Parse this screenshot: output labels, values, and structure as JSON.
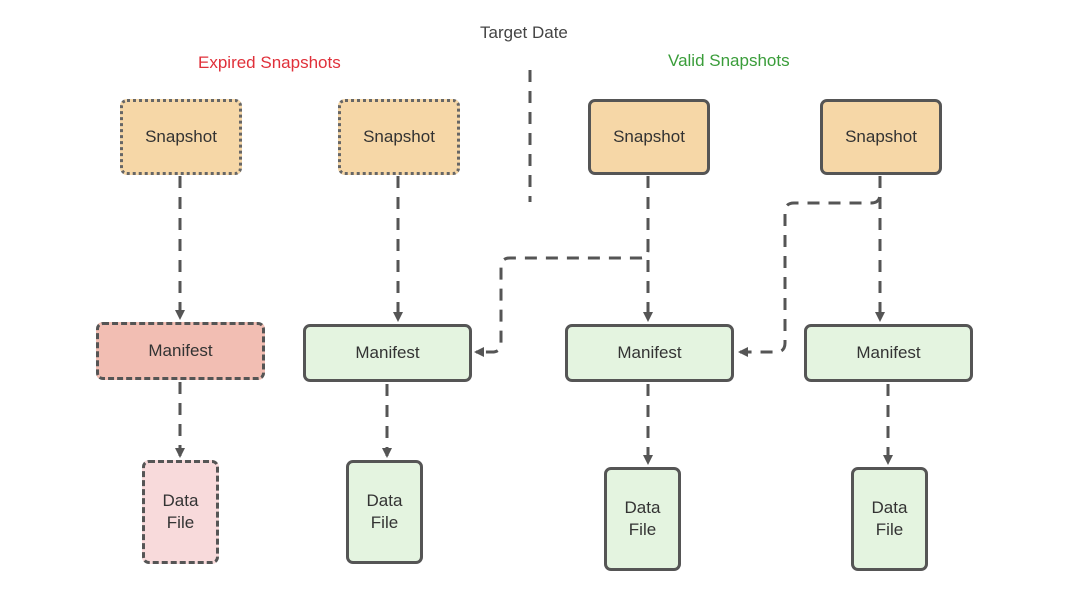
{
  "headers": {
    "expired": "Expired Snapshots",
    "target": "Target Date",
    "valid": "Valid Snapshots"
  },
  "snapshots": [
    {
      "label": "Snapshot",
      "status": "expired"
    },
    {
      "label": "Snapshot",
      "status": "expired"
    },
    {
      "label": "Snapshot",
      "status": "valid"
    },
    {
      "label": "Snapshot",
      "status": "valid"
    }
  ],
  "manifests": [
    {
      "label": "Manifest",
      "status": "expired"
    },
    {
      "label": "Manifest",
      "status": "valid"
    },
    {
      "label": "Manifest",
      "status": "valid"
    },
    {
      "label": "Manifest",
      "status": "valid"
    }
  ],
  "data_files": [
    {
      "line1": "Data",
      "line2": "File",
      "status": "expired"
    },
    {
      "line1": "Data",
      "line2": "File",
      "status": "valid"
    },
    {
      "line1": "Data",
      "line2": "File",
      "status": "valid"
    },
    {
      "line1": "Data",
      "line2": "File",
      "status": "valid"
    }
  ],
  "colors": {
    "expired_text": "#e0303a",
    "valid_text": "#3a9d3a",
    "header_text": "#444444",
    "snapshot_fill": "#f6d7a7",
    "expired_manifest_fill": "#f2beb3",
    "expired_file_fill": "#f8dadb",
    "valid_fill": "#e4f4e0",
    "connector": "#555555"
  }
}
